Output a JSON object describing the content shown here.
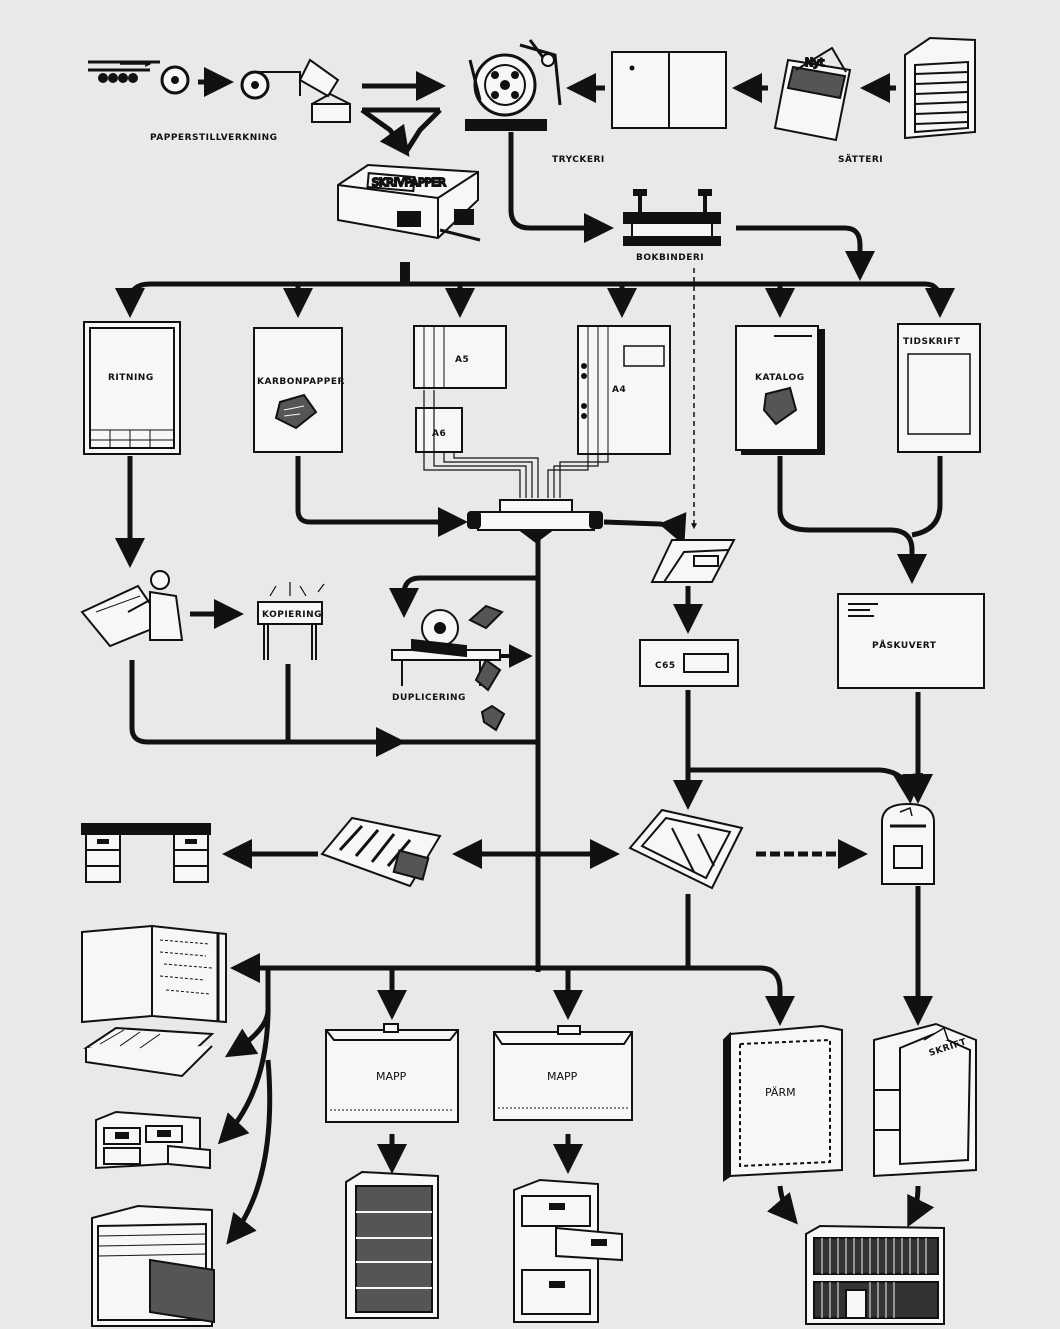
{
  "labels": {
    "papperstillverkning": "PAPPERSTILLVERKNING",
    "tryckeri": "TRYCKERI",
    "satteri": "SÄTTERI",
    "bokbinderi": "BOKBINDERI",
    "ritning": "RITNING",
    "karbonpapper": "KARBONPAPPER",
    "a5": "A5",
    "a6": "A6",
    "a4": "A4",
    "katalog": "KATALOG",
    "tidskrift": "TIDSKRIFT",
    "kopiering": "KOPIERING",
    "duplicering": "DUPLICERING",
    "c65": "C65",
    "paskuvert": "PÅSKUVERT",
    "mapp_1": "MAPP",
    "mapp_2": "MAPP",
    "parm": "PÄRM",
    "skrift": "SKRIFT"
  },
  "colors": {
    "ink": "#111111",
    "paper": "#e9e9e7",
    "white": "#f7f7f5"
  }
}
